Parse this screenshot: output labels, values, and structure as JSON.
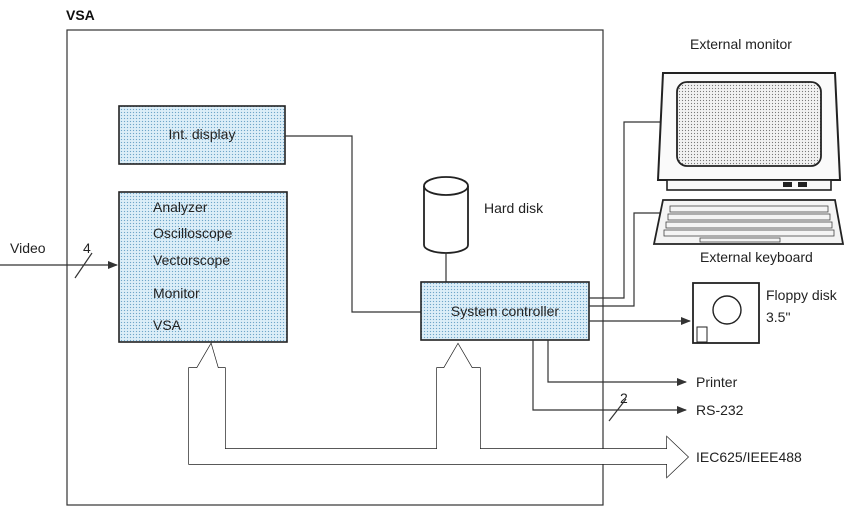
{
  "title": "VSA",
  "blocks": {
    "int_display": "Int. display",
    "analyzer_lines": [
      "Analyzer",
      "Oscilloscope",
      "Vectorscope",
      "Monitor",
      "VSA"
    ],
    "hard_disk": "Hard disk",
    "system_controller": "System controller"
  },
  "inputs": {
    "video": "Video",
    "video_bus_width": "4"
  },
  "peripherals": {
    "external_monitor": "External monitor",
    "external_keyboard": "External keyboard",
    "floppy_line1": "Floppy disk",
    "floppy_line2": "3.5\"",
    "printer": "Printer",
    "rs232": "RS-232",
    "rs232_bus_width": "2",
    "iec_bus": "IEC625/IEEE488"
  },
  "colors": {
    "box_fill": "#dceef8",
    "dot": "#6fa6c9",
    "line": "#333333"
  }
}
